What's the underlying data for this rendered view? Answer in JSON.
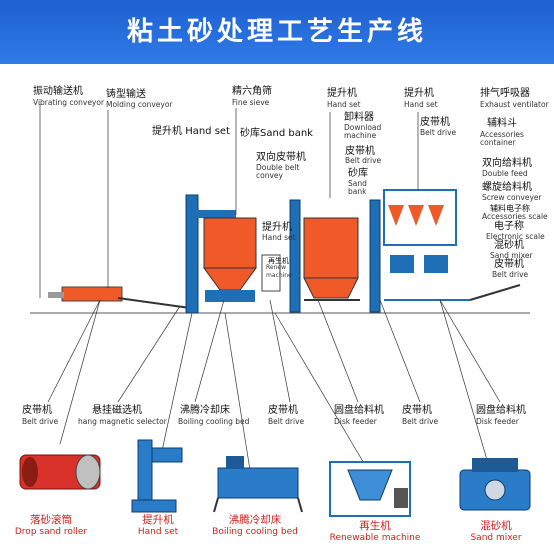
{
  "title": "粘土砂处理工艺生产线",
  "top_labels": [
    {
      "id": "vib",
      "cn": "振动输送机",
      "en": "Vibrating conveyor"
    },
    {
      "id": "mold",
      "cn": "铸型输送",
      "en": "Molding conveyor"
    },
    {
      "id": "sieve",
      "cn": "精六角筛",
      "en": "Fine sieve"
    },
    {
      "id": "hs1",
      "cn": "提升机",
      "en": "Hand set"
    },
    {
      "id": "hs2",
      "cn": "提升机",
      "en": "Hand set"
    },
    {
      "id": "exh",
      "cn": "排气呼吸器",
      "en": "Exhaust ventilator"
    },
    {
      "id": "hs3",
      "cn": "提升机",
      "en": "Hand set"
    },
    {
      "id": "sandbank",
      "cn": "砂库",
      "en": "Sand bank"
    },
    {
      "id": "unload",
      "cn": "卸料器",
      "en": "Download machine"
    },
    {
      "id": "bd1",
      "cn": "皮带机",
      "en": "Belt drive"
    },
    {
      "id": "acc",
      "cn": "辅料斗",
      "en": "Accessories container"
    },
    {
      "id": "dbelt",
      "cn": "双向皮带机",
      "en": "Double belt convey"
    },
    {
      "id": "bd2",
      "cn": "皮带机",
      "en": "Belt drive"
    },
    {
      "id": "sandbank2",
      "cn": "砂库",
      "en": "Sand bank"
    },
    {
      "id": "dfeed",
      "cn": "双向给料机",
      "en": "Double feed"
    },
    {
      "id": "screw",
      "cn": "螺旋给料机",
      "en": "Screw conveyer"
    },
    {
      "id": "escale",
      "cn": "辅料电子称",
      "en": "Accessories scale"
    },
    {
      "id": "ewt",
      "cn": "电子称",
      "en": "Electronic scale"
    },
    {
      "id": "hs4",
      "cn": "提升机",
      "en": "Hand set"
    },
    {
      "id": "renew",
      "cn": "再生机",
      "en": "Renew machine"
    },
    {
      "id": "mixer",
      "cn": "混砂机",
      "en": "Sand mixer"
    },
    {
      "id": "bd3",
      "cn": "皮带机",
      "en": "Belt drive"
    }
  ],
  "mid_labels": [
    {
      "id": "m1",
      "cn": "皮带机",
      "en": "Belt drive"
    },
    {
      "id": "m2",
      "cn": "悬挂磁选机",
      "en": "hang magnetic selector"
    },
    {
      "id": "m3",
      "cn": "沸腾冷却床",
      "en": "Boiling cooling bed"
    },
    {
      "id": "m4",
      "cn": "皮带机",
      "en": "Belt drive"
    },
    {
      "id": "m5",
      "cn": "圆盘给料机",
      "en": "Disk feeder"
    },
    {
      "id": "m6",
      "cn": "皮带机",
      "en": "Belt drive"
    },
    {
      "id": "m7",
      "cn": "圆盘给料机",
      "en": "Disk feeder"
    }
  ],
  "bottom": [
    {
      "cn": "落砂滚筒",
      "en": "Drop sand roller"
    },
    {
      "cn": "提升机",
      "en": "Hand set"
    },
    {
      "cn": "沸腾冷却床",
      "en": "Boiling cooling bed"
    },
    {
      "cn": "再生机",
      "en": "Renewable machine"
    },
    {
      "cn": "混砂机",
      "en": "Sand mixer"
    }
  ],
  "colors": {
    "banner": "#2a6fe0",
    "machine_orange": "#f05a28",
    "frame_blue": "#1e6fb5",
    "accent_red": "#d21e1e",
    "leader": "#333333"
  }
}
